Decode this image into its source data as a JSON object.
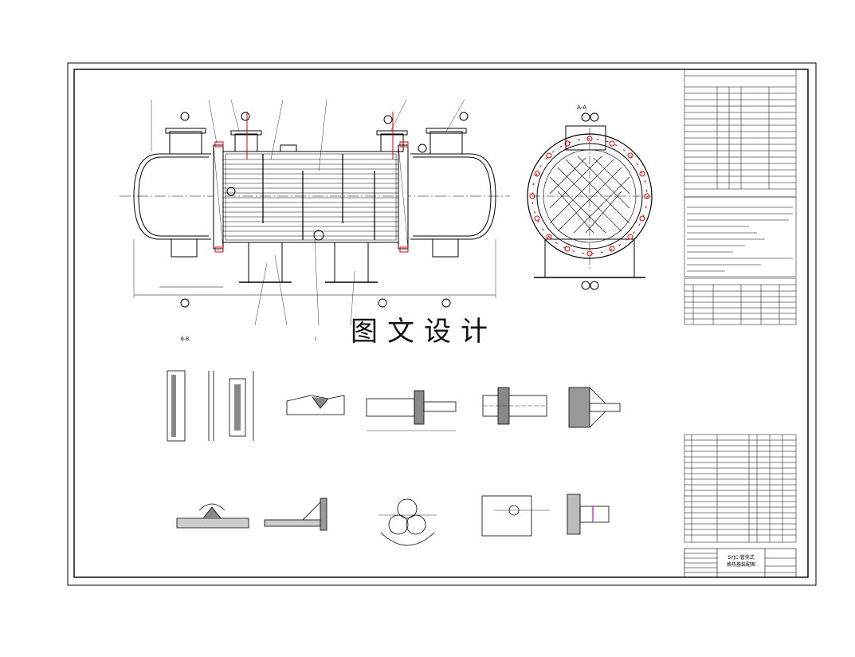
{
  "watermark": "图文设计",
  "section_labels": {
    "main_section": "A-A",
    "section_b": "B-B",
    "detail_one": "I"
  },
  "title_block": {
    "drawing_name_line1": "SYJC-管壳式",
    "drawing_name_line2": "换热器装配图"
  },
  "colors": {
    "line": "#000000",
    "flange_bolts": "#e00000",
    "highlight": "#e000e0",
    "background": "#ffffff"
  }
}
